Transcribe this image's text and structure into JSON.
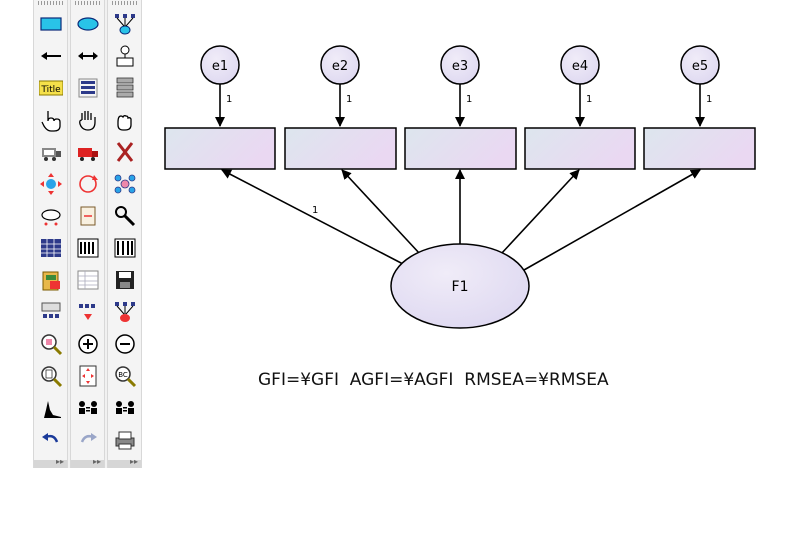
{
  "toolbox": {
    "columns": [
      [
        "rectangle-icon",
        "arrow-left-icon",
        "title-icon",
        "hand-point-icon",
        "truck-copy-icon",
        "move-cross-icon",
        "ellipse-edit-icon",
        "grid-table-icon",
        "clipboard-icon",
        "network-small-icon",
        "zoom-doc-icon",
        "doc-icon",
        "histogram-icon",
        "undo-icon"
      ],
      [
        "ellipse-icon",
        "double-arrow-icon",
        "list-dots-icon",
        "hand-open-icon",
        "red-truck-icon",
        "rotate-icon",
        "scroll-icon",
        "abacus-icon",
        "table-sheet-icon",
        "dots-red-icon",
        "zoom-in-icon",
        "fit-page-icon",
        "people-equal-icon",
        "redo-icon"
      ],
      [
        "tree-icon",
        "person-box-icon",
        "server-icon",
        "hand-grab-icon",
        "scissors-x-icon",
        "circles-icon",
        "tool-icon",
        "abacus-2-icon",
        "floppy-icon",
        "tree-red-icon",
        "zoom-out-icon",
        "zoom-bc-icon",
        "people-equal-2-icon",
        "printer-icon"
      ]
    ],
    "title_label": "Title",
    "extra_icon": "binoculars-icon"
  },
  "diagram": {
    "errors": [
      "e1",
      "e2",
      "e3",
      "e4",
      "e5"
    ],
    "error_path_labels": [
      "1",
      "1",
      "1",
      "1",
      "1"
    ],
    "factor": "F1",
    "loading_label": "1",
    "fit_text": "GFI=¥GFI  AGFI=¥AGFI  RMSEA=¥RMSEA"
  },
  "colors": {
    "box_fill_start": "#dde6ee",
    "box_fill_end": "#ead8f2",
    "accent": "#28b5e6"
  }
}
